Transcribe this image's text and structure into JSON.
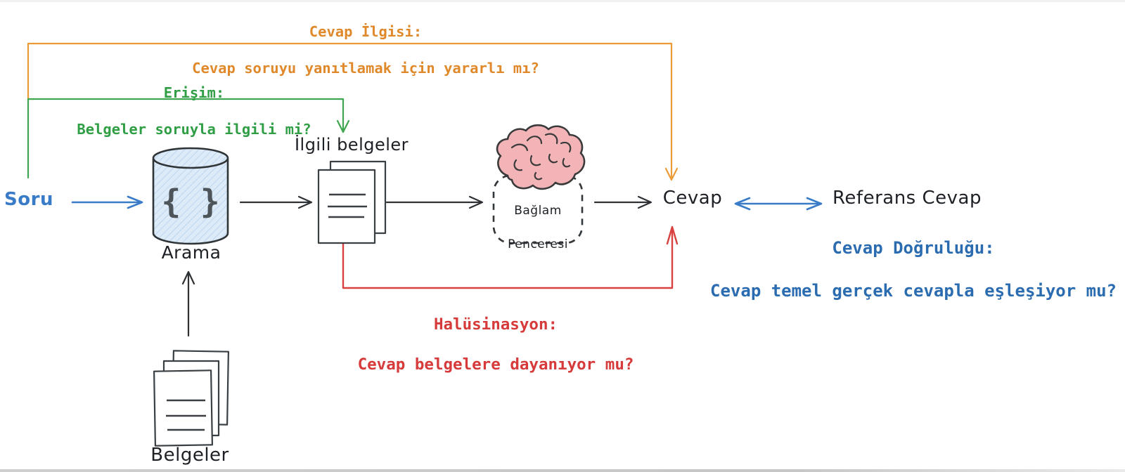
{
  "diagram_title": "RAG degerlendirme akisi (Turkish RAG evaluation flow)",
  "annotations": {
    "answer_relevance": {
      "title": "Cevap İlgisi:",
      "question": "Cevap soruyu yanıtlamak için yararlı mı?",
      "color": "#e0892b"
    },
    "retrieval": {
      "title": "Erişim:",
      "question": "Belgeler soruyla ilgili mi?",
      "color": "#2f9e44"
    },
    "hallucination": {
      "title": "Halüsinasyon:",
      "question": "Cevap belgelere dayanıyor mu?",
      "color": "#d63a3a"
    },
    "answer_correctness": {
      "title": "Cevap Doğruluğu:",
      "question": "Cevap temel gerçek cevapla eşleşiyor mu?",
      "color": "#2b6cb0"
    }
  },
  "nodes": {
    "question": "Soru",
    "search": "Arama",
    "search_symbol": "{ }",
    "relevant_documents": "İlgili belgeler",
    "context_window_line1": "Bağlam",
    "context_window_line2": "Penceresi",
    "answer": "Cevap",
    "reference_answer": "Referans Cevap",
    "documents": "Belgeler"
  },
  "colors": {
    "flow_arrow_black": "#2f3235",
    "question_blue": "#3a7bc8",
    "db_fill": "#ddeaf8",
    "db_hatch": "#bcd6ee",
    "brain_pink": "#f3b4b8",
    "outline_dark": "#3a3f43"
  }
}
